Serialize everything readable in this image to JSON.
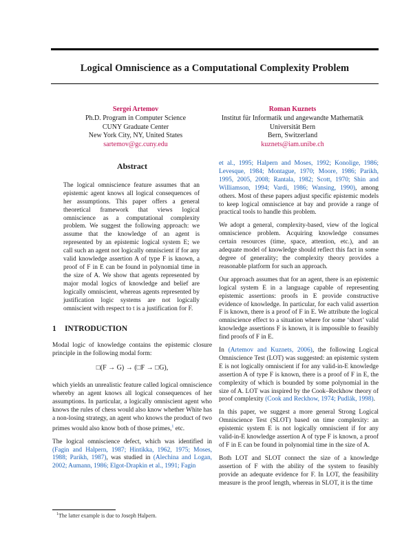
{
  "title": "Logical Omniscience as a Computational Complexity Problem",
  "authors": [
    {
      "name": "Sergei Artemov",
      "lines": [
        "Ph.D. Program in Computer Science",
        "CUNY Graduate Center",
        "New York City, NY, United States"
      ],
      "email": "sartemov@gc.cuny.edu"
    },
    {
      "name": "Roman Kuznets",
      "lines": [
        "Institut für Informatik und angewandte Mathematik",
        "Universität Bern",
        "Bern, Switzerland"
      ],
      "email": "kuznets@iam.unibe.ch"
    }
  ],
  "abstract": {
    "heading": "Abstract",
    "text": "The logical omniscience feature assumes that an epistemic agent knows all logical consequences of her assumptions. This paper offers a general theoretical framework that views logical omniscience as a computational complexity problem. We suggest the following approach: we assume that the knowledge of an agent is represented by an epistemic logical system E; we call such an agent not logically omniscient if for any valid knowledge assertion A of type F is known, a proof of F in E can be found in polynomial time in the size of A. We show that agents represented by major modal logics of knowledge and belief are logically omniscient, whereas agents represented by justification logic systems are not logically omniscient with respect to t is a justification for F."
  },
  "section1": {
    "number": "1",
    "heading": "INTRODUCTION",
    "p1": "Modal logic of knowledge contains the epistemic closure principle in the following modal form:",
    "formula": "□(F → G) → (□F → □G),",
    "p2": "which yields an unrealistic feature called logical omniscience whereby an agent knows all logical consequences of her assumptions. In particular, a logically omniscient agent who knows the rules of chess would also know whether White has a non-losing strategy, an agent who knows the product of two primes would also know both of those primes,",
    "p2_fnmark": "1",
    "p2_end": " etc.",
    "p3a": "The logical omniscience defect, which was identified in ",
    "p3_cite1": "(Fagin and Halpern, 1987; Hintikka, 1962, 1975; Moses, 1988; Parikh, 1987)",
    "p3b": ", was studied in ",
    "p3_cite2": "(Alechina and Logan, 2002; Aumann, 1986; Elgot-Drapkin et al., 1991; Fagin"
  },
  "right": {
    "p1_cite": "et al., 1995; Halpern and Moses, 1992; Konolige, 1986; Levesque, 1984; Montague, 1970; Moore, 1986; Parikh, 1995, 2005, 2008; Rantala, 1982; Scott, 1970; Shin and Williamson, 1994; Vardi, 1986; Wansing, 1990)",
    "p1_rest": ", among others. Most of these papers adjust specific epistemic models to keep logical omniscience at bay and provide a range of practical tools to handle this problem.",
    "p2": "We adopt a general, complexity-based, view of the logical omniscience problem. Acquiring knowledge consumes certain resources (time, space, attention, etc.), and an adequate model of knowledge should reflect this fact in some degree of generality; the complexity theory provides a reasonable platform for such an approach.",
    "p3": "Our approach assumes that for an agent, there is an epistemic logical system E in a language capable of representing epistemic assertions: proofs in E provide constructive evidence of knowledge. In particular, for each valid assertion F is known, there is a proof of F in E. We attribute the logical omniscience effect to a situation where for some ‘short’ valid knowledge assertions F is known, it is impossible to feasibly find proofs of F in E.",
    "p4a": "In ",
    "p4_cite1": "(Artemov and Kuznets, 2006)",
    "p4b": ", the following Logical Omniscience Test (LOT) was suggested: an epistemic system E is not logically omniscient if for any valid-in-E knowledge assertion A of type F is known, there is a proof of F in E, the complexity of which is bounded by some polynomial in the size of A. LOT was inspired by the Cook–Reckhow theory of proof complexity ",
    "p4_cite2": "(Cook and Reckhow, 1974; Pudlák, 1998)",
    "p4c": ".",
    "p5": "In this paper, we suggest a more general Strong Logical Omniscience Test (SLOT) based on time complexity: an epistemic system E is not logically omniscient if for any valid-in-E knowledge assertion A of type F is known, a proof of F in E can be found in polynomial time in the size of A.",
    "p6": "Both LOT and SLOT connect the size of a knowledge assertion of F with the ability of the system to feasibly provide an adequate evidence for F. In LOT, the feasibility measure is the proof length, whereas in SLOT, it is the time"
  },
  "footnote": {
    "mark": "1",
    "text": "The latter example is due to Joseph Halpern."
  },
  "colors": {
    "author_accent": "#c2185b",
    "link": "#1a5fb4"
  }
}
